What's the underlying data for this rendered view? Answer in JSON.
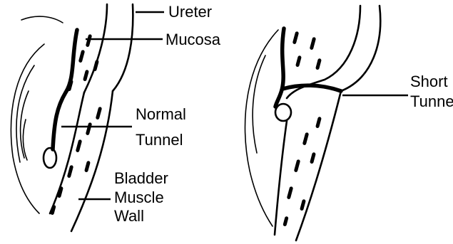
{
  "left_panel": {
    "labels": {
      "ureter": "Ureter",
      "mucosa": "Mucosa",
      "normal_tunnel_line1": "Normal",
      "normal_tunnel_line2": "Tunnel",
      "bladder_line1": "Bladder",
      "bladder_line2": "Muscle",
      "bladder_line3": "Wall"
    }
  },
  "right_panel": {
    "labels": {
      "short_tunnel_line1": "Short",
      "short_tunnel_line2": "Tunnel"
    }
  }
}
